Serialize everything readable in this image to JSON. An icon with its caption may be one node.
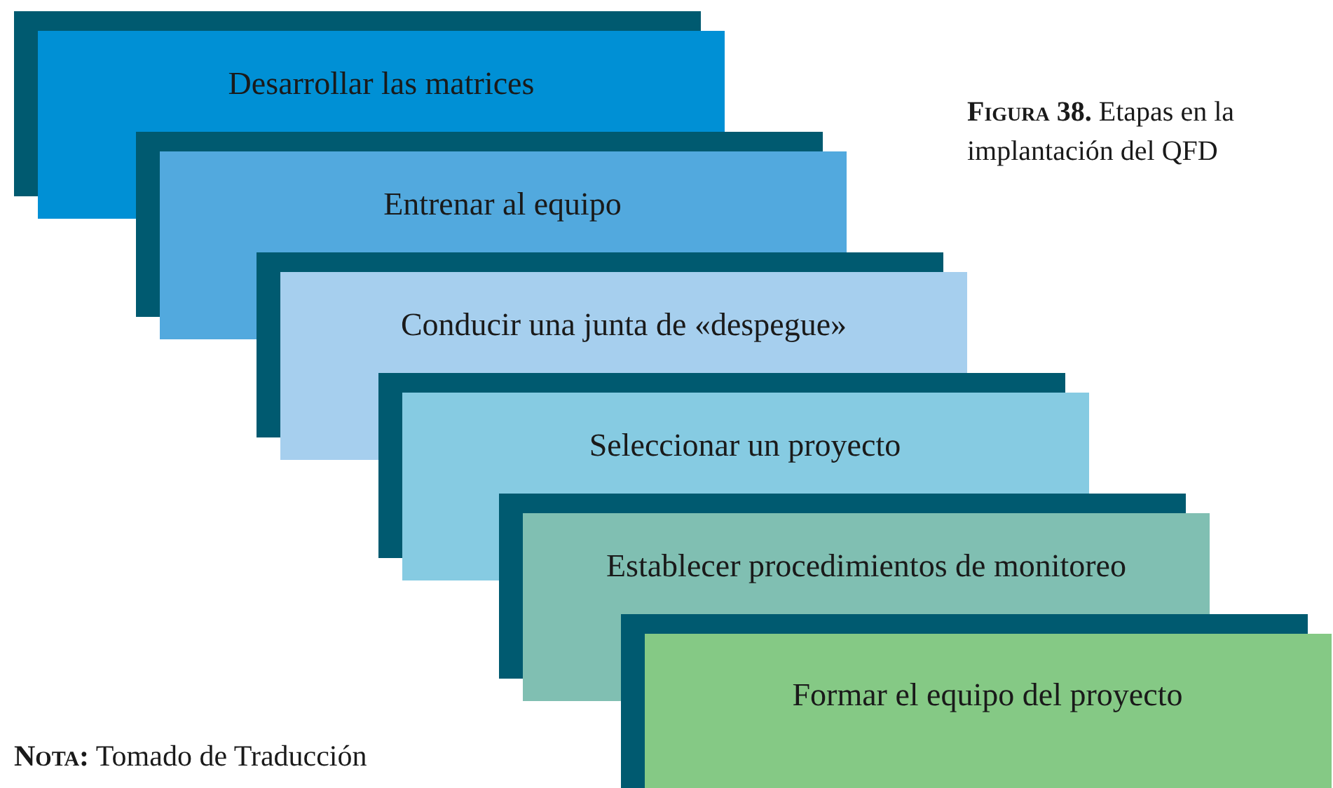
{
  "diagram": {
    "caption": "**Figura 38.** Etapas en la implantación del QFD",
    "nodes": [
      {
        "text": [
          "Desarrollar las matrices"
        ]
      },
      {
        "text": [
          "Entrenar al equipo"
        ]
      },
      {
        "text": [
          "Conducir una junta de «despegue»"
        ]
      },
      {
        "text": [
          "Seleccionar un proyecto"
        ]
      },
      {
        "text": [
          "Establecer procedimientos de monitoreo"
        ]
      },
      {
        "text": [
          "Formar el equipo del proyecto"
        ]
      }
    ],
    "edges": [],
    "labels": [
      "**Nota:** Tomado de Traducción"
    ]
  }
}
